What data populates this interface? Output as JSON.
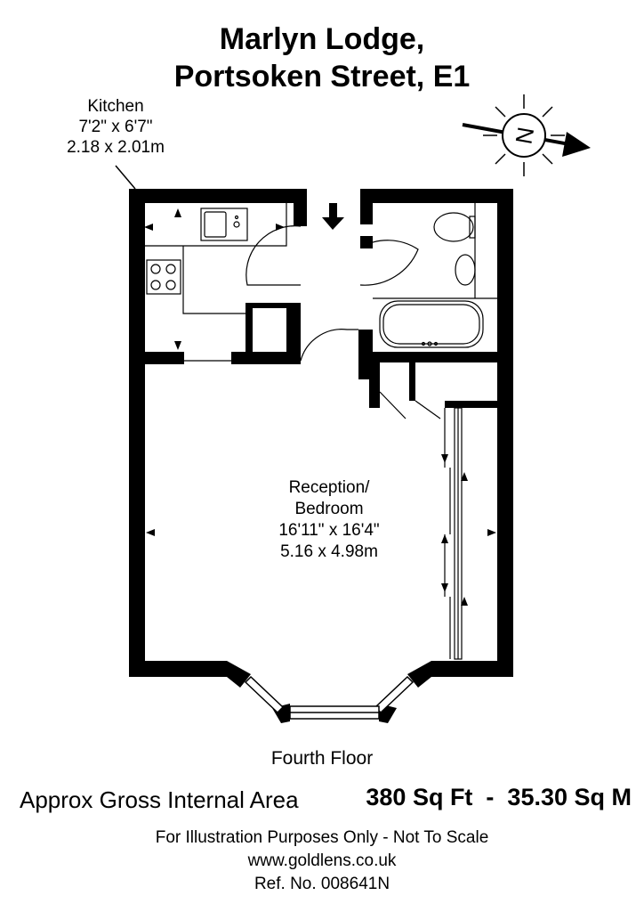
{
  "header": {
    "line1": "Marlyn Lodge,",
    "line2": "Portsoken Street, E1"
  },
  "rooms": {
    "kitchen": {
      "name": "Kitchen",
      "imperial": "7'2\" x 6'7\"",
      "metric": "2.18 x 2.01m"
    },
    "reception": {
      "name_line1": "Reception/",
      "name_line2": "Bedroom",
      "imperial": "16'11\" x 16'4\"",
      "metric": "5.16 x 4.98m"
    }
  },
  "compass": {
    "letter": "N"
  },
  "floor": "Fourth Floor",
  "area": {
    "label": "Approx Gross Internal Area",
    "value": "380 Sq Ft  -  35.30 Sq M"
  },
  "footer": {
    "disclaimer": "For Illustration Purposes Only - Not To Scale",
    "website": "www.goldlens.co.uk",
    "reference": "Ref. No. 008641N"
  },
  "colors": {
    "wall": "#000000",
    "background": "#ffffff"
  }
}
